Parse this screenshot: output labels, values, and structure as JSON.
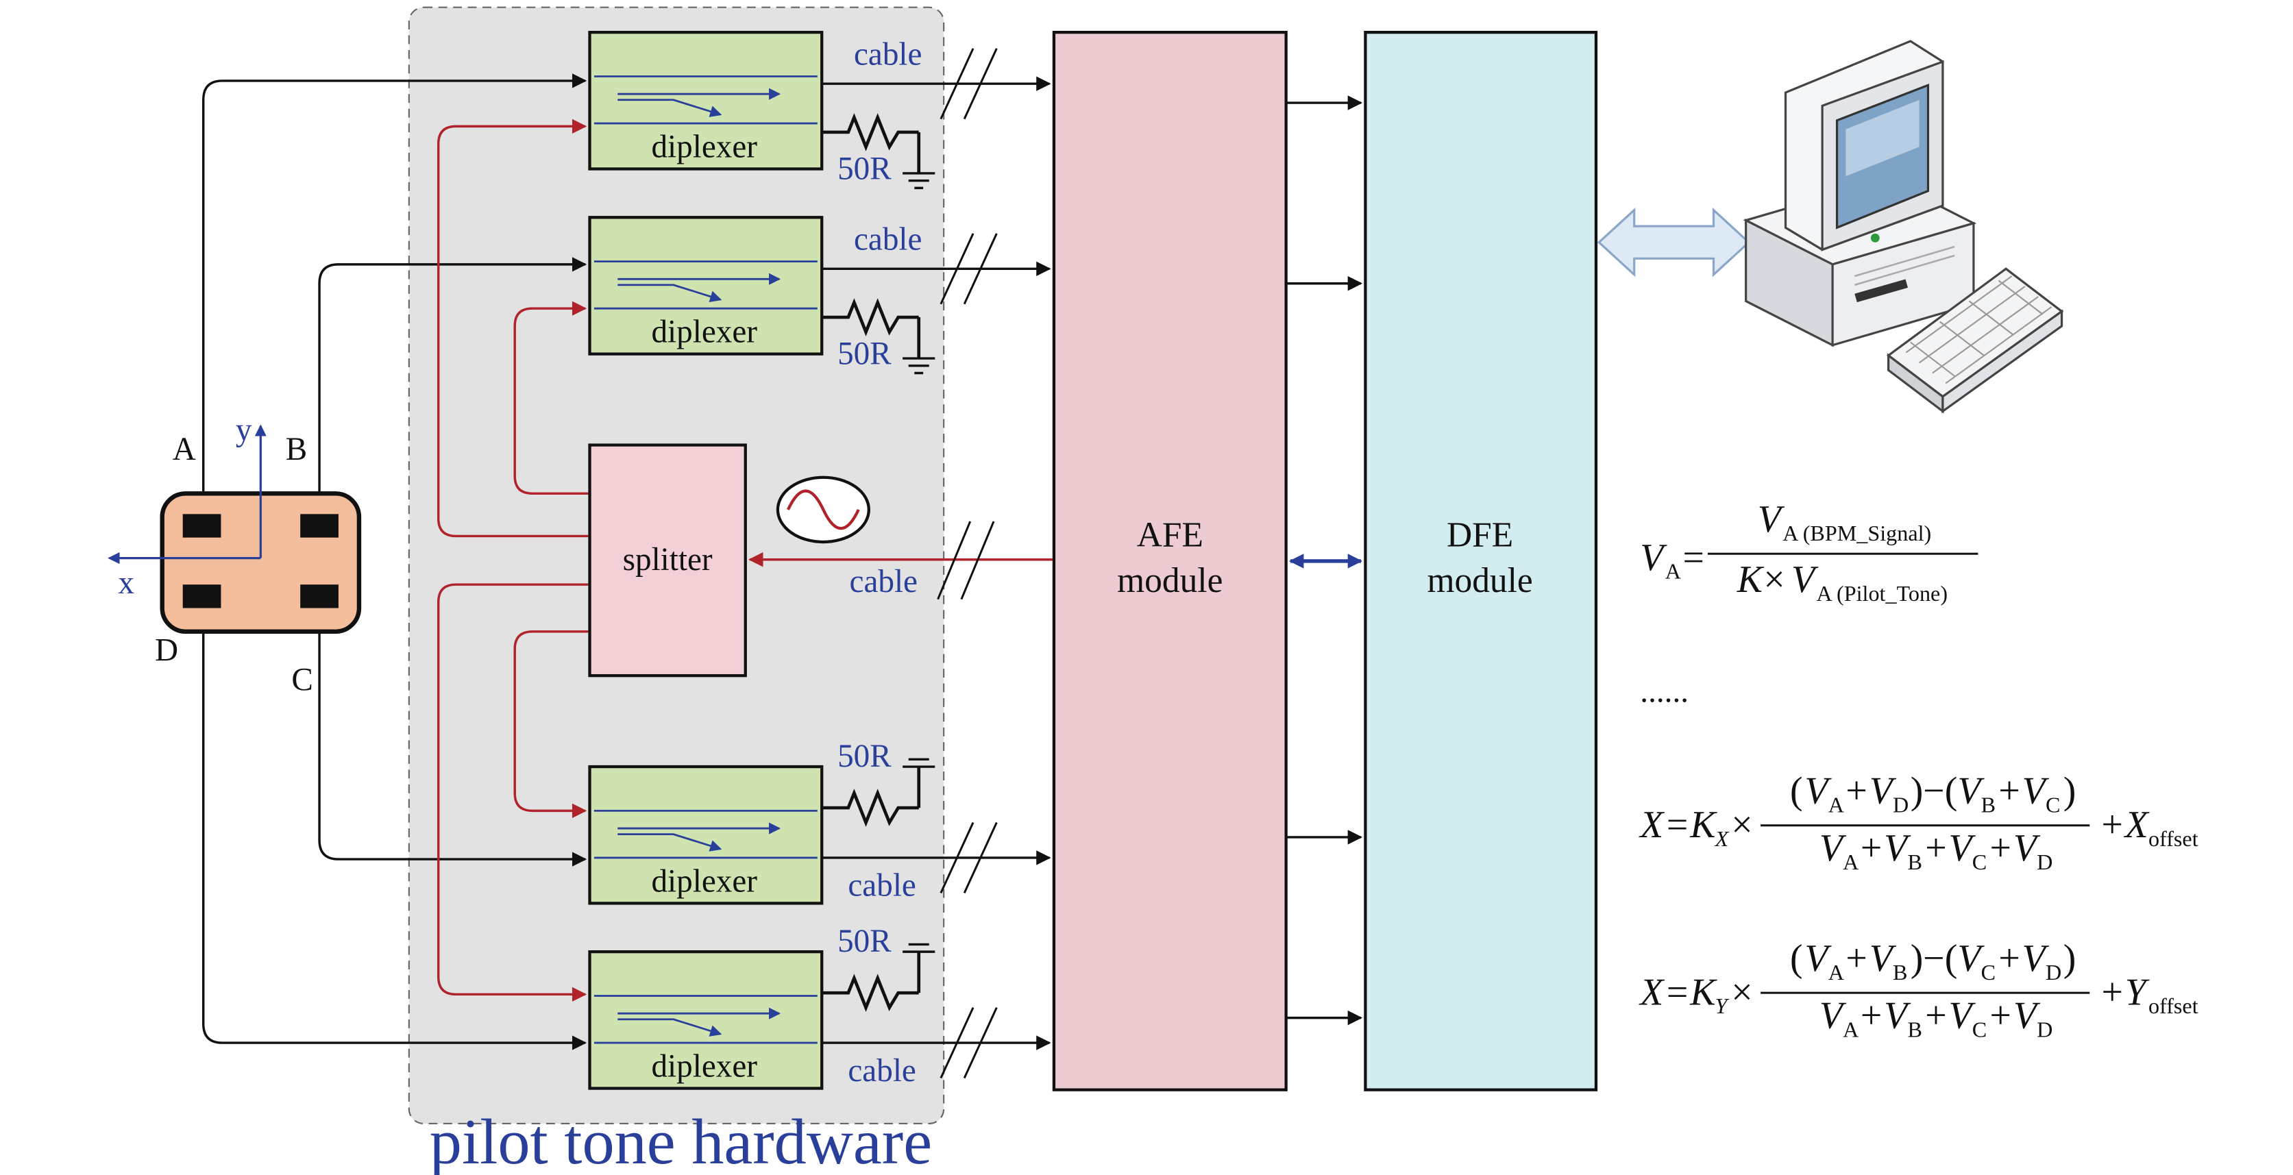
{
  "hardware_group": {
    "caption": "pilot tone hardware"
  },
  "bpm": {
    "electrodes": {
      "a": "A",
      "b": "B",
      "c": "C",
      "d": "D"
    },
    "axes": {
      "x": "x",
      "y": "y"
    }
  },
  "diplexers": [
    {
      "label": "diplexer",
      "cable": "cable",
      "load": "50R"
    },
    {
      "label": "diplexer",
      "cable": "cable",
      "load": "50R"
    },
    {
      "label": "diplexer",
      "cable": "cable",
      "load": "50R"
    },
    {
      "label": "diplexer",
      "cable": "cable",
      "load": "50R"
    }
  ],
  "splitter": {
    "label": "splitter",
    "input_cable": "cable"
  },
  "afe": {
    "line1": "AFE",
    "line2": "module"
  },
  "dfe": {
    "line1": "DFE",
    "line2": "module"
  },
  "formulas": {
    "va": {
      "lhs": "V",
      "lhs_sub": "A",
      "eq": "=",
      "num": "V",
      "num_sub": "A (BPM_Signal)",
      "den_k": "K",
      "den_times": "×",
      "den_v": "V",
      "den_sub": "A (Pilot_Tone)"
    },
    "ellipsis": "......",
    "x": {
      "lhs": "X",
      "eq": "=",
      "k": "K",
      "k_sub": "X",
      "times": "×",
      "num": [
        "(",
        "V",
        "A",
        "+",
        "V",
        "D",
        ")−(",
        "V",
        "B",
        "+",
        "V",
        "C",
        ")"
      ],
      "den": [
        "V",
        "A",
        "+",
        "V",
        "B",
        "+",
        "V",
        "C",
        "+",
        "V",
        "D"
      ],
      "offset_plus": "+",
      "offset": "X",
      "offset_sub": "offset"
    },
    "y": {
      "lhs": "X",
      "eq": "=",
      "k": "K",
      "k_sub": "Y",
      "times": "×",
      "num": [
        "(",
        "V",
        "A",
        "+",
        "V",
        "B",
        ")−(",
        "V",
        "C",
        "+",
        "V",
        "D",
        ")"
      ],
      "den": [
        "V",
        "A",
        "+",
        "V",
        "B",
        "+",
        "V",
        "C",
        "+",
        "V",
        "D"
      ],
      "offset_plus": "+",
      "offset": "Y",
      "offset_sub": "offset"
    }
  },
  "colors": {
    "black_line": "#111111",
    "red_line": "#b0232a",
    "blue_text": "#2a3f9a",
    "hardware_bg": "#e2e2e2",
    "diplexer_fill": "#cfe3b0",
    "splitter_fill": "#f3d0d6",
    "afe_fill": "#eccbd1",
    "dfe_fill": "#d2ecef",
    "bpm_fill": "#f4bd9b",
    "bus_arrow_fill": "#dde9f5"
  }
}
